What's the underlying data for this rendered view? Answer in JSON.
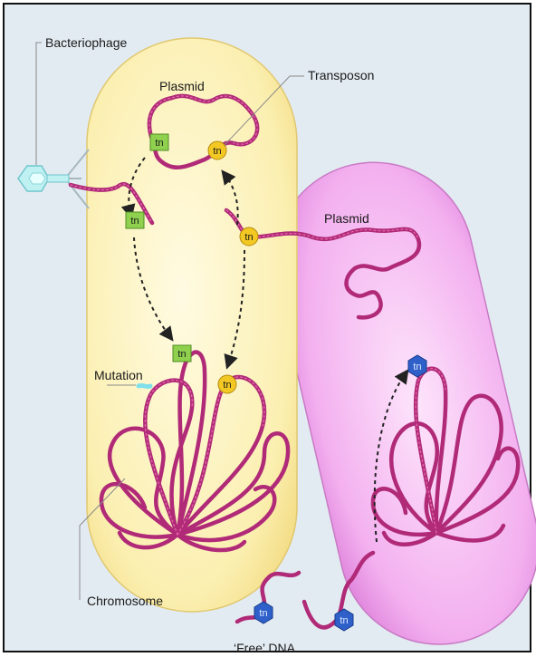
{
  "labels": {
    "bacteriophage": "Bacteriophage",
    "transposon": "Transposon",
    "plasmid_left": "Plasmid",
    "plasmid_right": "Plasmid",
    "mutation": "Mutation",
    "chromosome": "Chromosome",
    "free_dna": "‘Free’ DNA"
  },
  "tn_text": "tn",
  "colors": {
    "left_cell": "#fbf1b4",
    "right_cell": "#f4b2f0",
    "dna_strand": "#b02a78",
    "tn_green": "#8fd14f",
    "tn_yellow": "#f3c823",
    "tn_blue": "#2f60c9",
    "phage": "#a9e6ea",
    "background": "#e3ebf2"
  }
}
